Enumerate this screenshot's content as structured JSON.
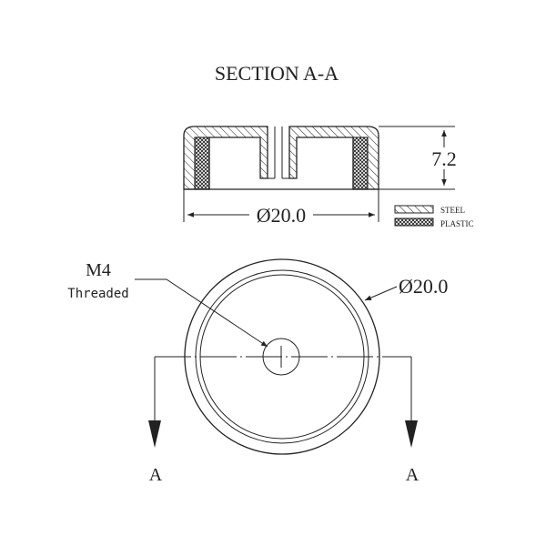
{
  "drawing": {
    "section_title": "SECTION A-A",
    "section_view": {
      "height_dim": "7.2",
      "diameter_dim": "Ø20.0"
    },
    "legend": [
      {
        "label": "STEEL",
        "pattern": "hatch"
      },
      {
        "label": "PLASTIC",
        "pattern": "crosshatch"
      }
    ],
    "plan_view": {
      "thread_callout": "M4",
      "thread_note": "Threaded",
      "diameter_dim": "Ø20.0",
      "section_mark_left": "A",
      "section_mark_right": "A"
    }
  },
  "colors": {
    "ink": "#222222",
    "background": "#ffffff"
  }
}
